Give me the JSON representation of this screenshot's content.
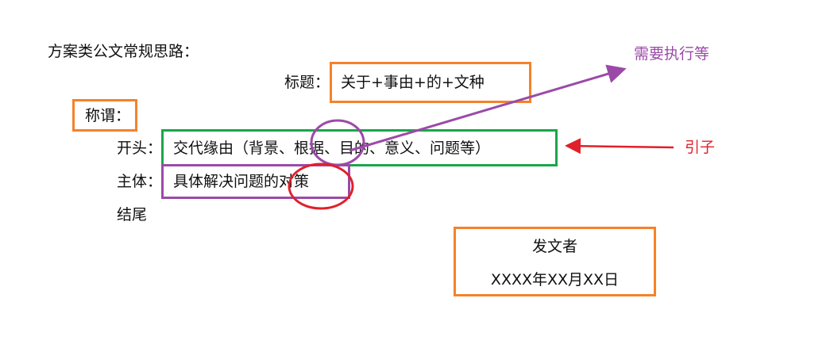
{
  "heading": "方案类公文常规思路：",
  "title_label": "标题：",
  "title_value": "关于+事由+的+文种",
  "salutation": "称谓：",
  "opening_label": "开头：",
  "opening_value": "交代缘由（背景、根据、目的、意义、问题等）",
  "body_label": "主体：",
  "body_value": "具体解决问题的对策",
  "ending_label": "结尾",
  "note_purple": "需要执行等",
  "note_red": "引子",
  "signature": {
    "issuer": "发文者",
    "date": "XXXX年XX月XX日"
  },
  "colors": {
    "orange": "#f5822a",
    "green": "#1aa64a",
    "purple": "#9b4aa8",
    "red": "#e0202a"
  }
}
